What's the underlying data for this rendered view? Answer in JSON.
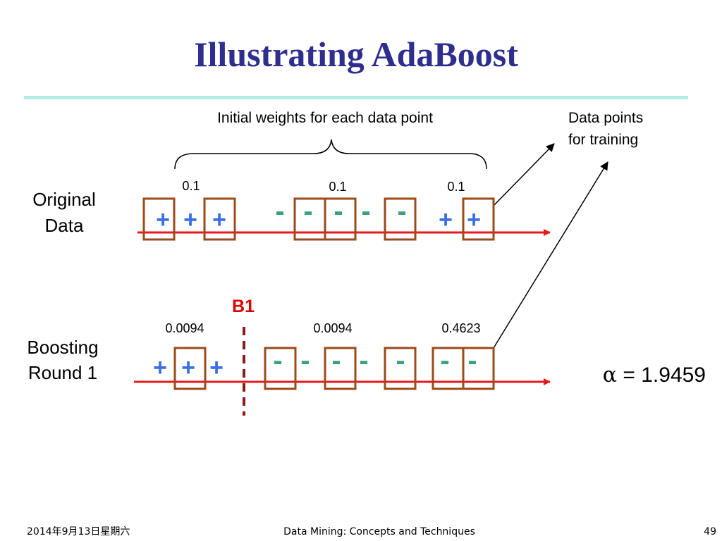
{
  "slide": {
    "title": "Illustrating AdaBoost",
    "brace_label": "Initial weights for each data point",
    "data_points_label": [
      "Data points",
      "for training"
    ],
    "original": {
      "row_label": [
        "Original",
        "Data"
      ],
      "weights": [
        "0.1",
        "0.1",
        "0.1"
      ],
      "signs": [
        "+",
        "+",
        "+",
        "-",
        "-",
        "-",
        "-",
        "-",
        "+",
        "+"
      ]
    },
    "round1": {
      "row_label": [
        "Boosting",
        "Round 1"
      ],
      "classifier_label": "B1",
      "weights": [
        "0.0094",
        "0.0094",
        "0.4623"
      ],
      "signs": [
        "+",
        "+",
        "+",
        "-",
        "-",
        "-",
        "-",
        "-",
        "-",
        "-"
      ],
      "alpha_symbol": "α",
      "alpha_text": " = 1.9459"
    }
  },
  "footer": {
    "date": "2014年9月13日星期六",
    "center": "Data Mining: Concepts and Techniques",
    "page": "49"
  },
  "colors": {
    "title": "#2e2e8f",
    "rule": "#b5ece6",
    "box": "#9c4a1a",
    "axis": "#e8191c",
    "plus": "#3a6ee8",
    "minus": "#3aa27a",
    "b1": "#e00000",
    "b1_line": "#8b1a1a"
  }
}
